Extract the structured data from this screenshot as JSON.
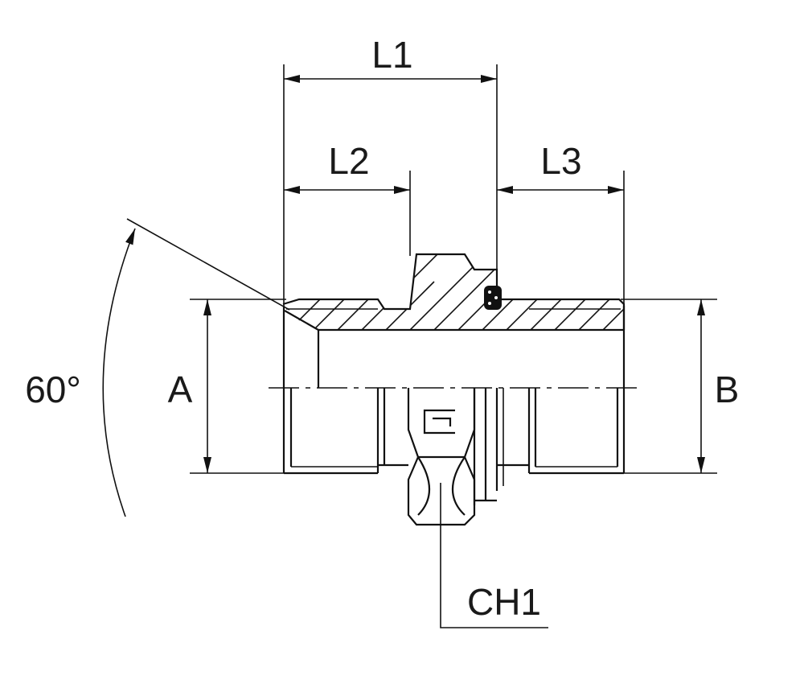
{
  "labels": {
    "l1": "L1",
    "l2": "L2",
    "l3": "L3",
    "angle": "60°",
    "a": "A",
    "b": "B",
    "ch1": "CH1"
  }
}
